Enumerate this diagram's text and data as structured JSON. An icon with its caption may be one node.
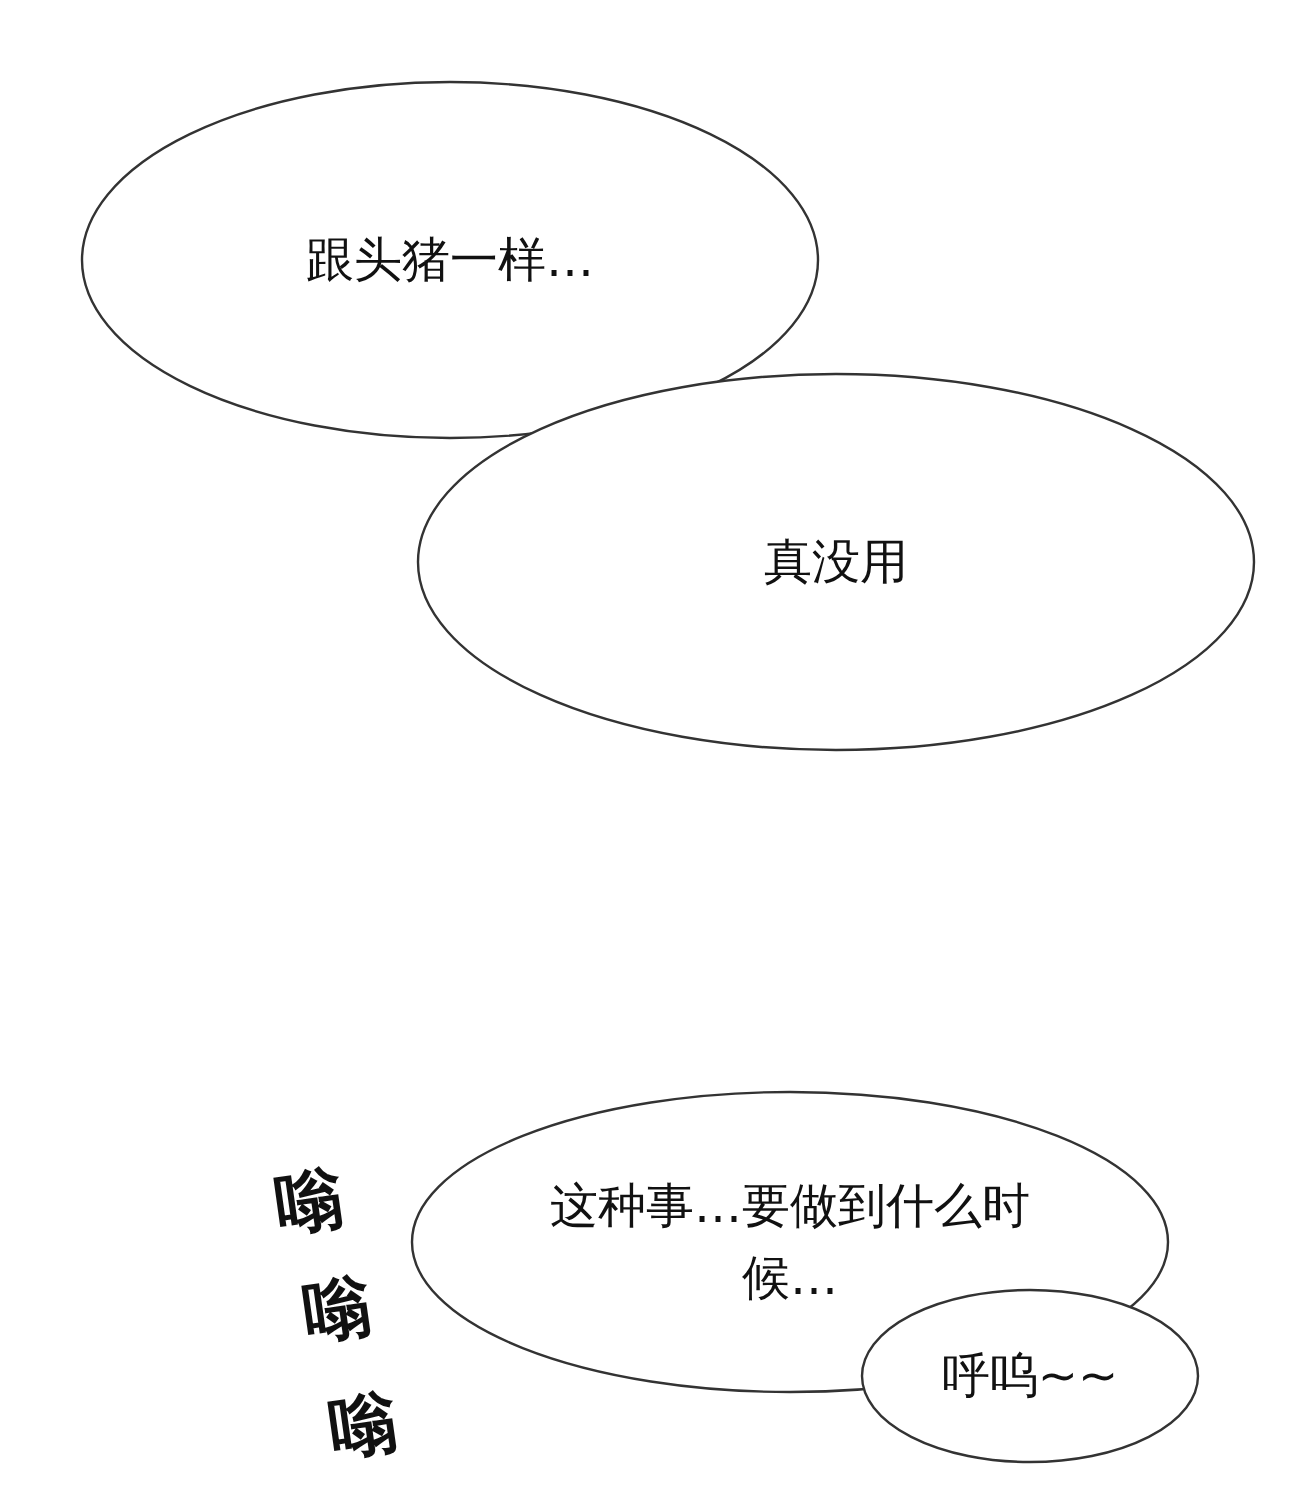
{
  "diagram": {
    "nodes": [
      {
        "text": [
          "跟头猪一样…"
        ]
      },
      {
        "text": [
          "真没用"
        ]
      },
      {
        "text": [
          "这种事…要做到什么时候…"
        ]
      },
      {
        "text": [
          "呼呜~~"
        ]
      }
    ],
    "labels": [
      "嗡",
      "嗡",
      "嗡"
    ]
  }
}
